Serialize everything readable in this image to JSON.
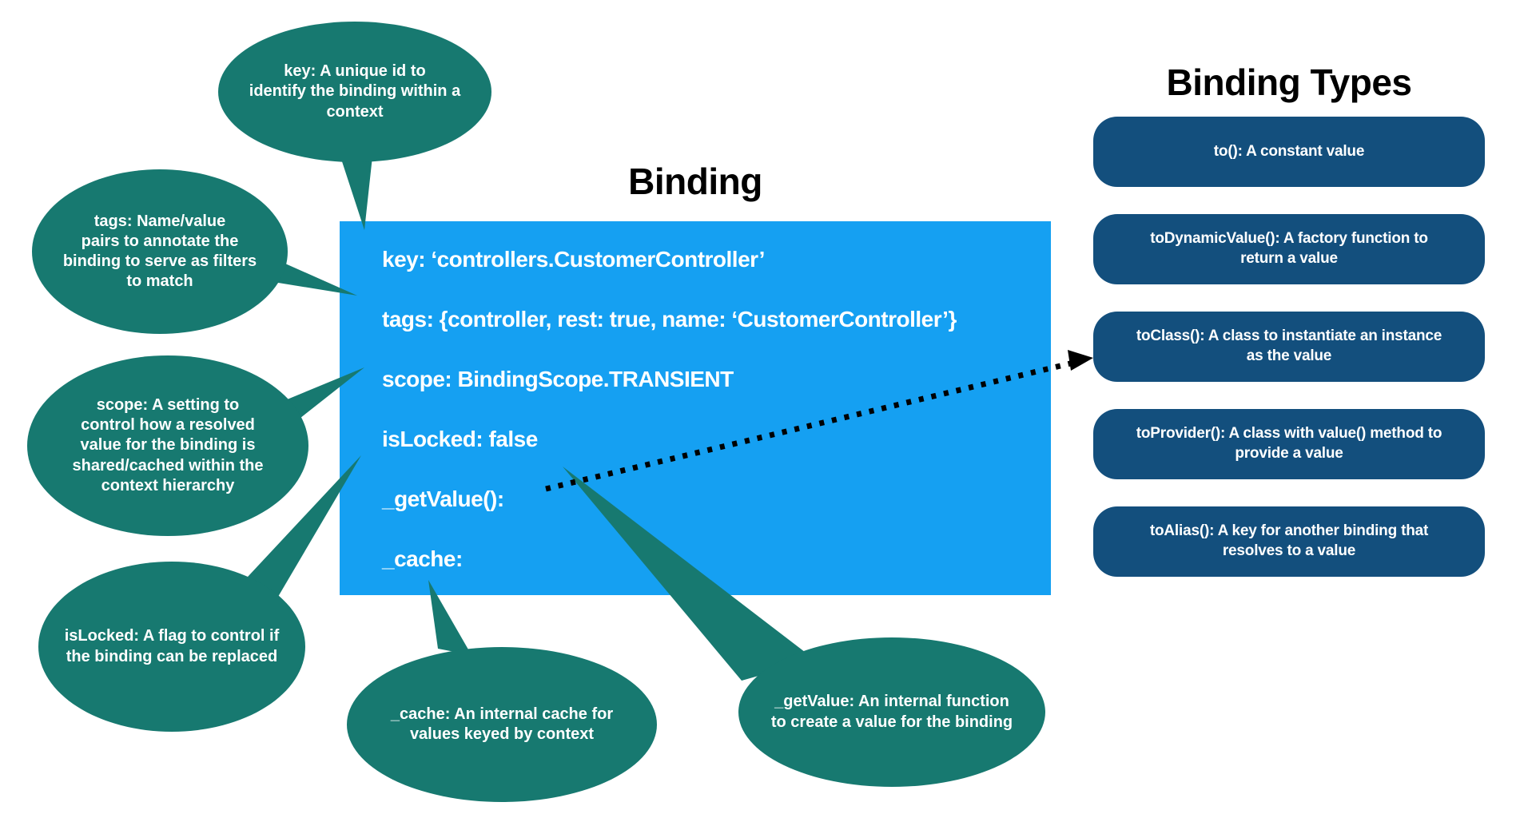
{
  "titles": {
    "binding": "Binding",
    "binding_types": "Binding Types"
  },
  "binding_box": {
    "lines": [
      "key: ‘controllers.CustomerController’",
      "tags: {controller, rest: true, name: ‘CustomerController’}",
      "scope: BindingScope.TRANSIENT",
      "isLocked: false",
      "_getValue():",
      "_cache:"
    ]
  },
  "annotations": {
    "key": "key: A unique id to\nidentify the binding within a\ncontext",
    "tags": "tags: Name/value\npairs to annotate the\nbinding to serve as filters\nto match",
    "scope": "scope: A setting to\ncontrol how a resolved\nvalue for the binding is\nshared/cached within the\ncontext hierarchy",
    "isLocked": "isLocked: A flag to control if\nthe binding can be replaced",
    "cache": "_cache: An internal cache for\nvalues keyed by context",
    "getValue": "_getValue: An internal function\nto create a value for the binding"
  },
  "binding_types": {
    "items": [
      {
        "label": "to(): A constant value"
      },
      {
        "label": "toDynamicValue(): A factory function to\nreturn a value"
      },
      {
        "label": "toClass(): A class to instantiate an instance\nas the value"
      },
      {
        "label": "toProvider(): A class with value() method to\nprovide a value"
      },
      {
        "label": "toAlias(): A key for another binding that\nresolves to a value"
      }
    ]
  },
  "colors": {
    "bubble_teal": "#177970",
    "box_blue": "#15A0F2",
    "pill_navy": "#134F7D",
    "arrow_black": "#000000"
  }
}
